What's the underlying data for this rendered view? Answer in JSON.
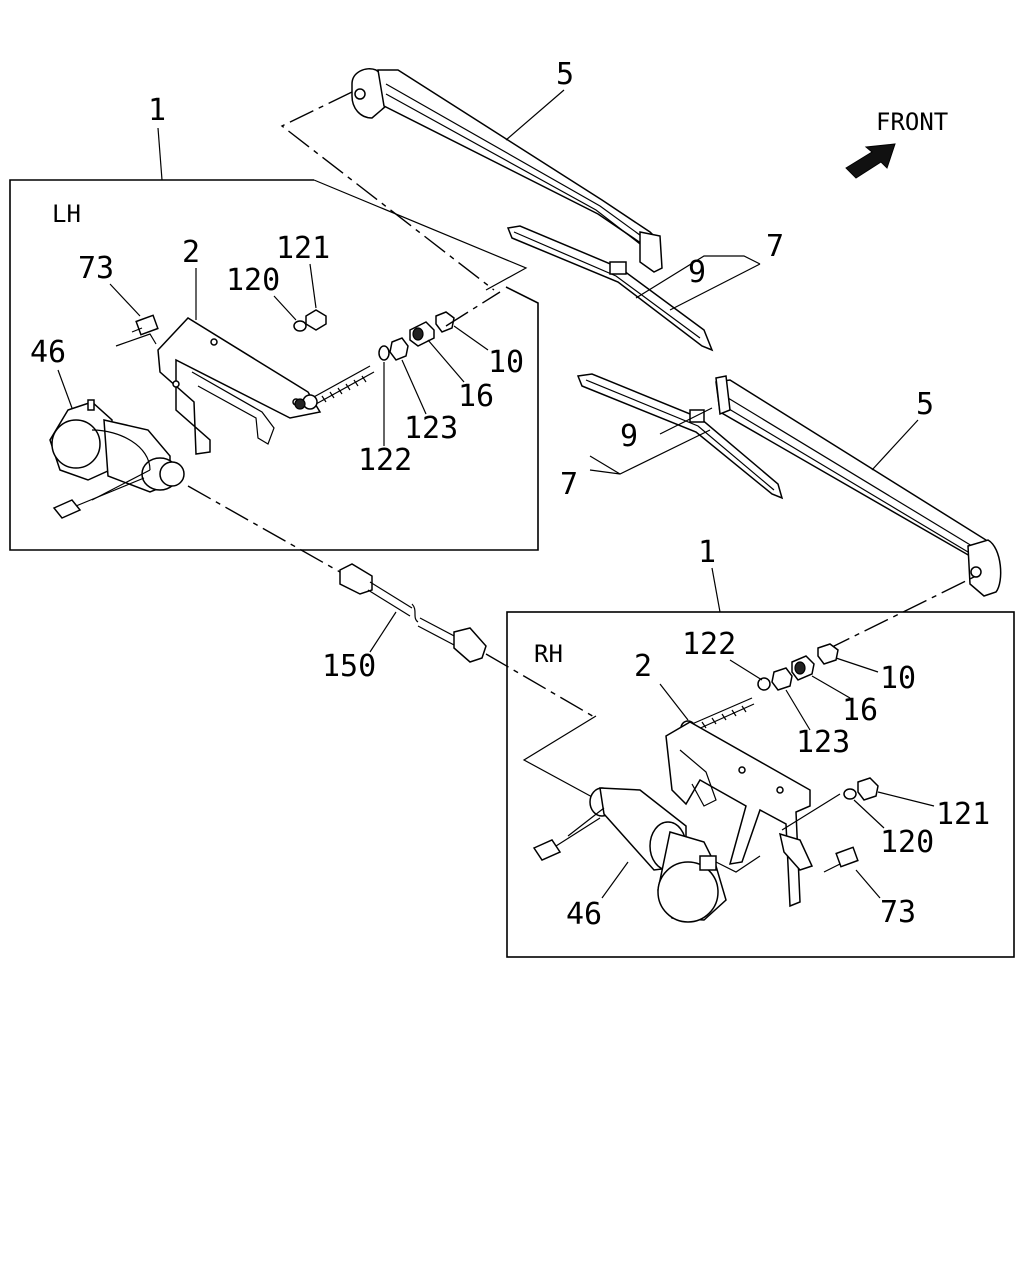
{
  "title": "",
  "direction": {
    "label": "FRONT",
    "arrow_icon": "arrow-front-icon"
  },
  "lh_panel": {
    "side_label": "LH",
    "assembly_label": "1",
    "callouts": {
      "bracket": "2",
      "motor": "46",
      "bolt": "73",
      "washer_120": "120",
      "nut_121": "121",
      "washer_122": "122",
      "nut_123": "123",
      "cap_16": "16",
      "nut_10": "10"
    }
  },
  "rh_panel": {
    "side_label": "RH",
    "assembly_label": "1",
    "callouts": {
      "bracket": "2",
      "motor": "46",
      "bolt": "73",
      "washer_120": "120",
      "nut_121": "121",
      "washer_122": "122",
      "nut_123": "123",
      "cap_16": "16",
      "nut_10": "10"
    }
  },
  "upper_wiper": {
    "arm": "5",
    "blade_assembly": "7",
    "blade_rubber": "9"
  },
  "lower_wiper": {
    "arm": "5",
    "blade_assembly": "7",
    "blade_rubber": "9"
  },
  "link_rod": {
    "label": "150"
  }
}
